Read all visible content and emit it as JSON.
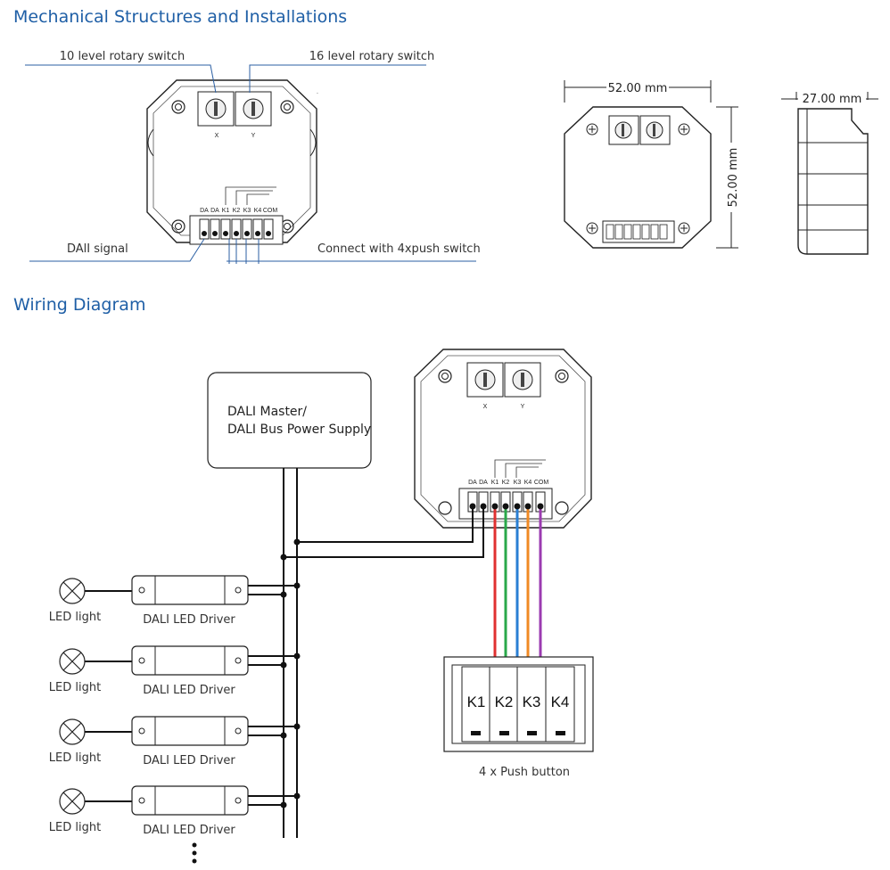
{
  "sections": {
    "mechanical_title": "Mechanical Structures and Installations",
    "wiring_title": "Wiring Diagram"
  },
  "mechanical": {
    "rotary10_label": "10 level rotary switch",
    "rotary16_label": "16 level rotary switch",
    "dali_signal_label": "DAlI signal",
    "push_switch_label": "Connect with 4xpush switch",
    "switch_x": "X",
    "switch_y": "Y",
    "terminals": [
      "DA",
      "DA",
      "K1",
      "K2",
      "K3",
      "K4",
      "COM"
    ],
    "width_dim": "52.00 mm",
    "height_dim": "52.00 mm",
    "depth_dim": "27.00 mm"
  },
  "wiring": {
    "master_line1": "DALI Master/",
    "master_line2": "DALI Bus Power Supply",
    "switch_x": "X",
    "switch_y": "Y",
    "terminals": [
      "DA",
      "DA",
      "K1",
      "K2",
      "K3",
      "K4",
      "COM"
    ],
    "led_label": "LED light",
    "driver_label": "DALI LED Driver",
    "keys": [
      "K1",
      "K2",
      "K3",
      "K4"
    ],
    "push_button_label": "4 x Push button",
    "wire_colors": [
      "#e03030",
      "#2aa84a",
      "#2a7fd4",
      "#f08a24",
      "#9b3bb0"
    ]
  }
}
